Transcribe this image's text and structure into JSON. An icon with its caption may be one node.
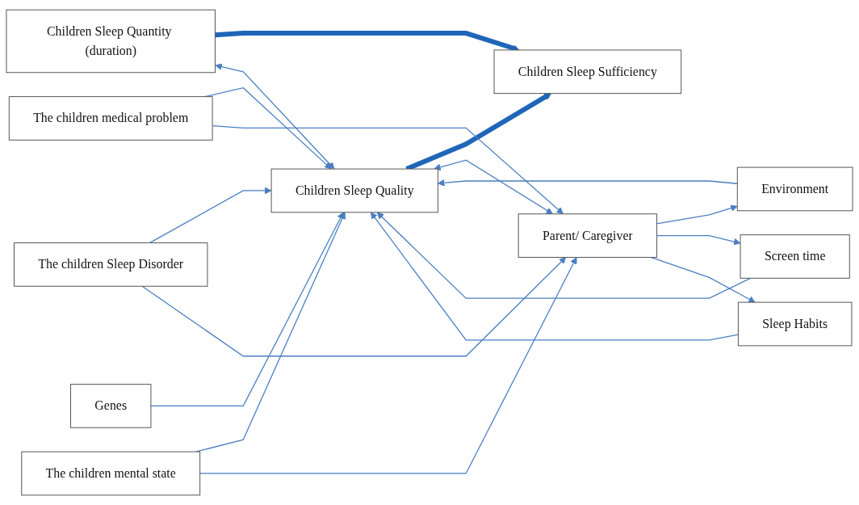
{
  "diagram": {
    "nodes": [
      {
        "text": [
          "Children Sleep Sufficiency"
        ]
      },
      {
        "text": [
          "Children Sleep Quantity (duration)"
        ]
      },
      {
        "text": [
          "Children Sleep Quality"
        ]
      },
      {
        "text": [
          "The children medical problem"
        ]
      },
      {
        "text": [
          "The children Sleep Disorder"
        ]
      },
      {
        "text": [
          "The children mental state"
        ]
      },
      {
        "text": [
          "Environment"
        ]
      },
      {
        "text": [
          "Screen time"
        ]
      },
      {
        "text": [
          "Genes"
        ]
      },
      {
        "text": [
          "Parent/ Caregiver"
        ]
      },
      {
        "text": [
          "Sleep Habits"
        ]
      }
    ],
    "edges": [
      {
        "from": 1,
        "to": 0,
        "arrow": "to",
        "style": "thick"
      },
      {
        "from": 2,
        "to": 0,
        "arrow": "to",
        "style": "thick"
      },
      {
        "from": 1,
        "to": 2,
        "arrow": "both"
      },
      {
        "from": 8,
        "to": 2,
        "arrow": "to"
      },
      {
        "from": 3,
        "to": 2,
        "arrow": "to"
      },
      {
        "from": 4,
        "to": 2,
        "arrow": "to"
      },
      {
        "from": 5,
        "to": 2,
        "arrow": "to"
      },
      {
        "from": 6,
        "to": 2,
        "arrow": "to"
      },
      {
        "from": 7,
        "to": 2,
        "arrow": "to"
      },
      {
        "from": 10,
        "to": 2,
        "arrow": "to"
      },
      {
        "from": 3,
        "to": 9,
        "arrow": "to"
      },
      {
        "from": 4,
        "to": 9,
        "arrow": "to"
      },
      {
        "from": 5,
        "to": 9,
        "arrow": "to"
      },
      {
        "from": 2,
        "to": 9,
        "arrow": "both"
      },
      {
        "from": 9,
        "to": 6,
        "arrow": "to"
      },
      {
        "from": 9,
        "to": 7,
        "arrow": "to"
      },
      {
        "from": 9,
        "to": 10,
        "arrow": "to"
      }
    ]
  }
}
